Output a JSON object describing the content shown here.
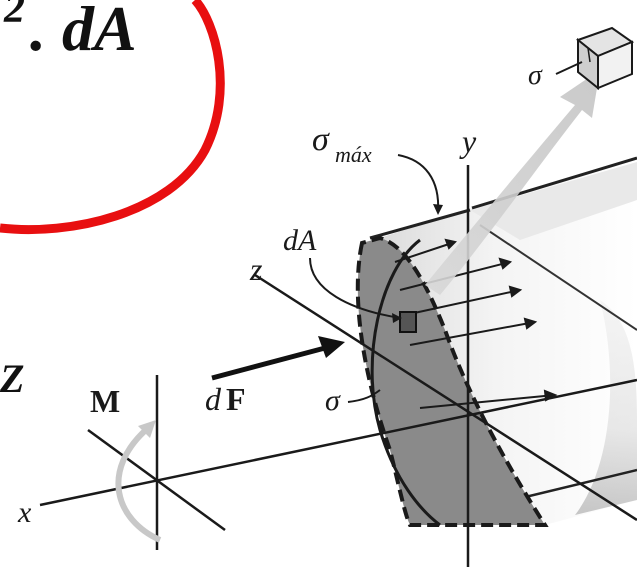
{
  "equation_fragment": {
    "superscript": "2",
    "text": ". dA"
  },
  "side_label": "Z",
  "labels": {
    "sigma_top": "σ",
    "sigma_max": "σ",
    "sigma_max_sub": "máx",
    "y_axis": "y",
    "z_axis": "z",
    "x_axis": "x",
    "dA": "dA",
    "moment": "M",
    "dF_d": "d",
    "dF_F": "F",
    "sigma_mid": "σ"
  },
  "colors": {
    "circle": "#e80f10",
    "ink": "#1a1a1a",
    "section_fill": "#8a8a8a",
    "arrow_gray": "#bdbdbd"
  }
}
